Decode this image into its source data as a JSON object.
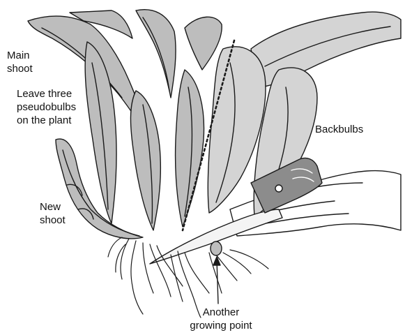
{
  "labels": {
    "main_shoot": [
      "Main",
      "shoot"
    ],
    "leave_three": [
      "Leave three",
      "pseudobulbs",
      "on the plant"
    ],
    "backbulbs": [
      "Backbulbs"
    ],
    "new_shoot": [
      "New",
      "shoot"
    ],
    "another_growing_point": [
      "Another",
      "growing point"
    ]
  },
  "colors": {
    "outline": "#1a1a1a",
    "leaf_fill": "#bdbdbd",
    "leaf_fill_light": "#d4d4d4",
    "blade_fill": "#f4f4f4",
    "handle_fill": "#8c8c8c",
    "background": "#ffffff"
  }
}
